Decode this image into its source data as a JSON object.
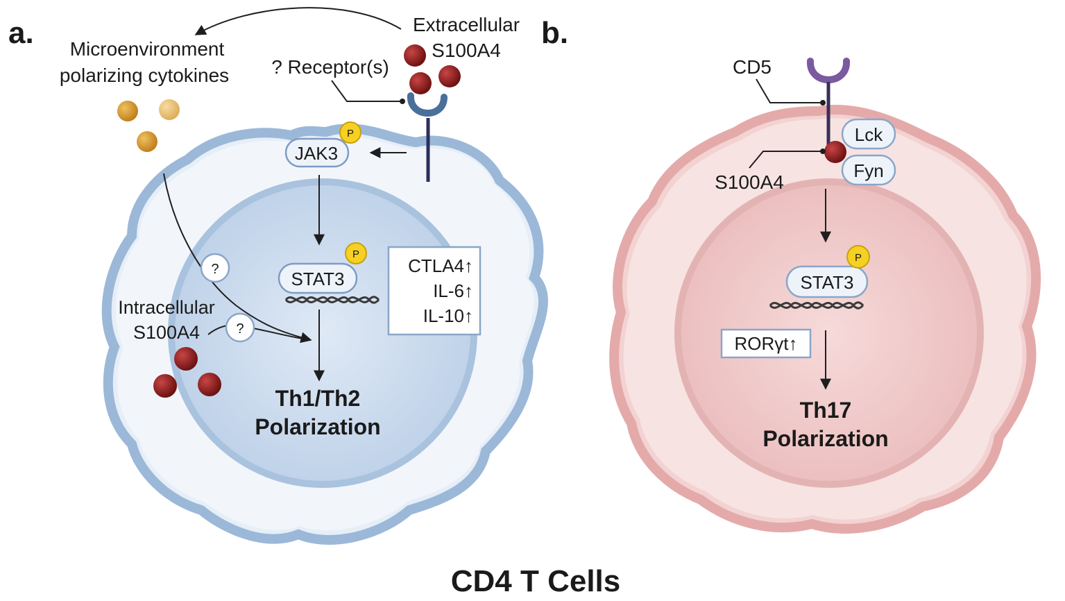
{
  "panel_a": {
    "label": "a.",
    "cytokines_label_1": "Microenvironment",
    "cytokines_label_2": "polarizing cytokines",
    "extracellular_label_1": "Extracellular",
    "extracellular_label_2": "S100A4",
    "receptor_label": "? Receptor(s)",
    "jak3": "JAK3",
    "stat3": "STAT3",
    "phospho": "P",
    "question": "?",
    "genes": [
      "CTLA4↑",
      "IL-6↑",
      "IL-10↑"
    ],
    "intracellular_label_1": "Intracellular",
    "intracellular_label_2": "S100A4",
    "outcome_1": "Th1/Th2",
    "outcome_2": "Polarization",
    "colors": {
      "cell": "#c9d9ec",
      "s100a4": "#8e1c1c",
      "cytokine": "#d39a2c",
      "receptor": "#4a6f9a"
    }
  },
  "panel_b": {
    "label": "b.",
    "cd5": "CD5",
    "lck": "Lck",
    "fyn": "Fyn",
    "s100a4": "S100A4",
    "stat3": "STAT3",
    "phospho": "P",
    "ror": "RORγt↑",
    "outcome_1": "Th17",
    "outcome_2": "Polarization",
    "colors": {
      "cell": "#efc6c6",
      "cd5": "#7b5aa0"
    }
  },
  "footer": {
    "title": "CD4 T Cells"
  }
}
